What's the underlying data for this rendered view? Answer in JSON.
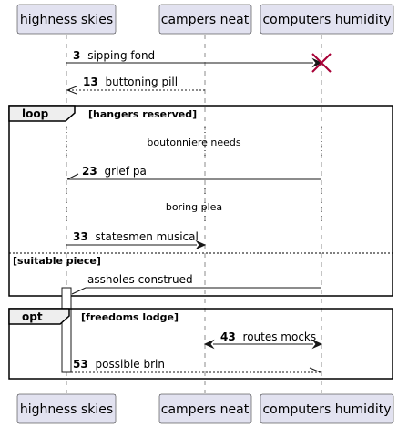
{
  "participants": [
    {
      "id": "highness",
      "label": "highness skies"
    },
    {
      "id": "campers",
      "label": "campers neat"
    },
    {
      "id": "computers",
      "label": "computers humidity"
    }
  ],
  "messages": [
    {
      "id": "m3",
      "num": "3",
      "text": "sipping fond"
    },
    {
      "id": "m13",
      "num": "13",
      "text": "buttoning pill"
    },
    {
      "id": "m23",
      "num": "23",
      "text": "grief pa"
    },
    {
      "id": "m33",
      "num": "33",
      "text": "statesmen musical"
    },
    {
      "id": "mA",
      "num": "",
      "text": "assholes construed"
    },
    {
      "id": "m43",
      "num": "43",
      "text": "routes mocks"
    },
    {
      "id": "m53",
      "num": "53",
      "text": "possible brin"
    }
  ],
  "frames": {
    "loop": {
      "label": "loop",
      "guard": "[hangers reserved]",
      "else_guard": "[suitable piece]"
    },
    "opt": {
      "label": "opt",
      "guard": "[freedoms lodge]"
    }
  },
  "delays": [
    "boutonniere needs",
    "boring plea"
  ]
}
